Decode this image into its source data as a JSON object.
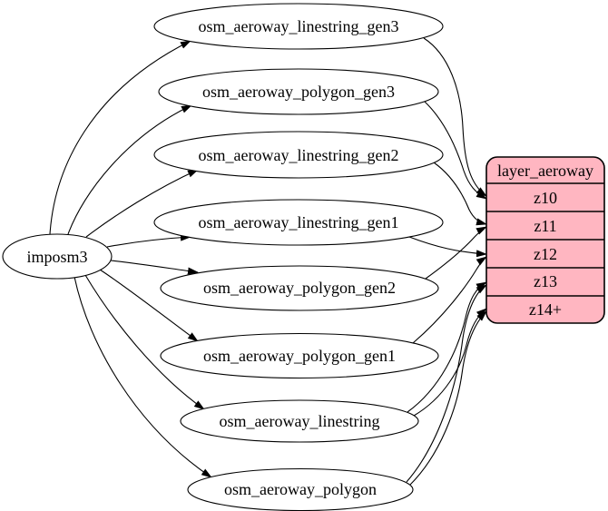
{
  "diagram": {
    "source_node": {
      "label": "imposm3"
    },
    "table_nodes": [
      {
        "label": "osm_aeroway_linestring_gen3"
      },
      {
        "label": "osm_aeroway_polygon_gen3"
      },
      {
        "label": "osm_aeroway_linestring_gen2"
      },
      {
        "label": "osm_aeroway_linestring_gen1"
      },
      {
        "label": "osm_aeroway_polygon_gen2"
      },
      {
        "label": "osm_aeroway_polygon_gen1"
      },
      {
        "label": "osm_aeroway_linestring"
      },
      {
        "label": "osm_aeroway_polygon"
      }
    ],
    "layer_node": {
      "title": "layer_aeroway",
      "rows": [
        "z10",
        "z11",
        "z12",
        "z13",
        "z14+"
      ]
    },
    "colors": {
      "table_fill": "#ffffff",
      "layer_fill": "#ffb6c1",
      "stroke": "#000000"
    }
  }
}
